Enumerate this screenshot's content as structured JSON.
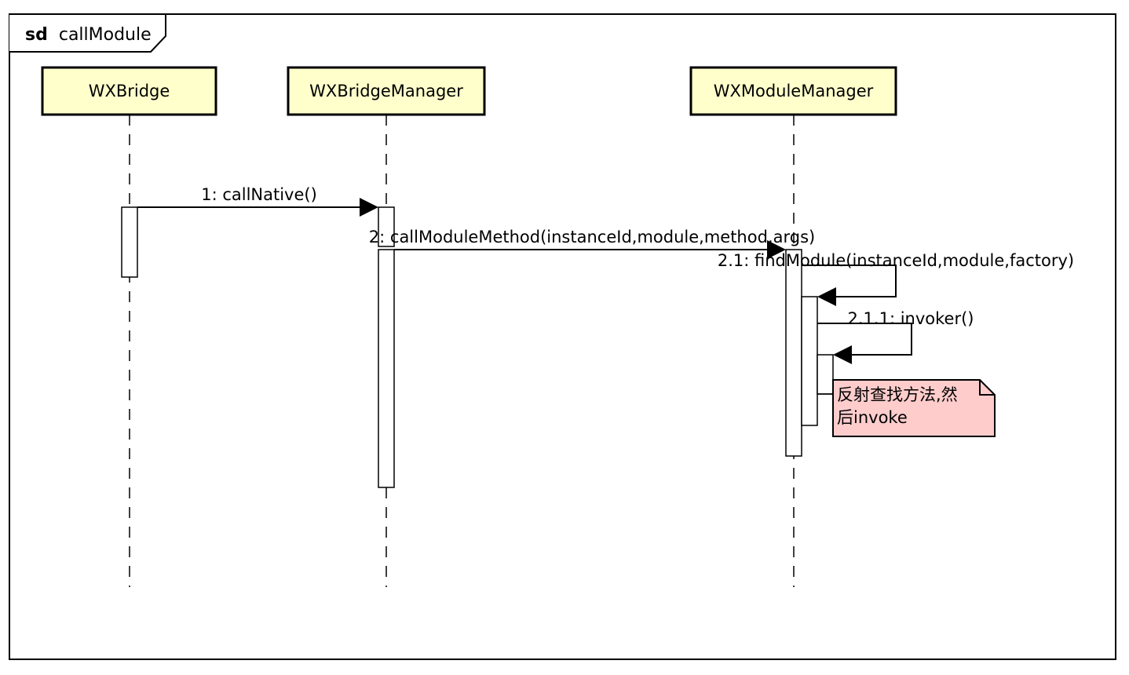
{
  "frame": {
    "keyword": "sd",
    "name": "callModule"
  },
  "lifelines": [
    {
      "id": "wxbridge",
      "label": "WXBridge"
    },
    {
      "id": "wxbridgemanager",
      "label": "WXBridgeManager"
    },
    {
      "id": "wxmodulemanager",
      "label": "WXModuleManager"
    }
  ],
  "messages": [
    {
      "id": "m1",
      "label": "1: callNative()",
      "from": "wxbridge",
      "to": "wxbridgemanager",
      "kind": "sync"
    },
    {
      "id": "m2",
      "label": "2: callModuleMethod(instanceId,module,method,args)",
      "from": "wxbridgemanager",
      "to": "wxmodulemanager",
      "kind": "sync"
    },
    {
      "id": "m21",
      "label": "2.1: findModule(instanceId,module,factory)",
      "from": "wxmodulemanager",
      "to": "wxmodulemanager",
      "kind": "self"
    },
    {
      "id": "m211",
      "label": "2.1.1: invoker()",
      "from": "wxmodulemanager",
      "to": "wxmodulemanager",
      "kind": "self"
    }
  ],
  "note": {
    "lines": [
      "反射查找方法,然",
      "后invoke"
    ]
  },
  "colors": {
    "lifeline_fill": "#ffffcc",
    "note_fill": "#ffcccc",
    "line": "#000000",
    "activation_fill": "#ffffff"
  }
}
